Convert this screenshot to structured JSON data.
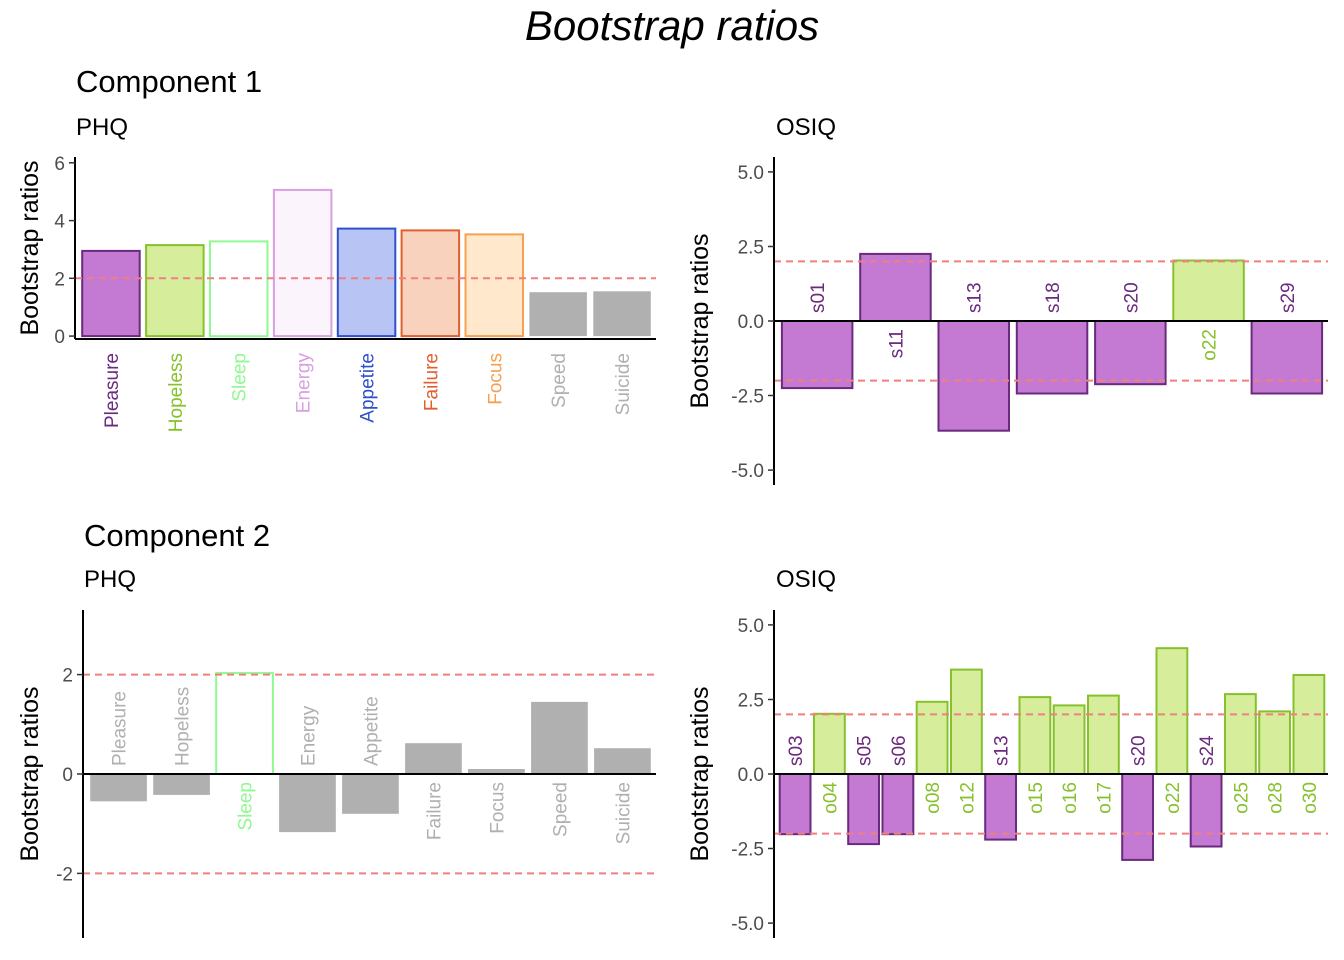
{
  "title": "Bootstrap ratios",
  "component_titles": [
    "Component 1",
    "Component 2"
  ],
  "colors": {
    "purple_fill": "#C479D3",
    "purple_line": "#6A2A7E",
    "green_fill": "#D6ED9C",
    "green_line": "#86C12C",
    "gray": "#B0B0B0",
    "threshold": "#F08080"
  },
  "chart_data": [
    {
      "type": "bar",
      "title": "PHQ",
      "ylabel": "Bootstrap ratios",
      "ylim": [
        -0.1,
        6.2
      ],
      "yticks": [
        0,
        2,
        4,
        6
      ],
      "threshold_lines": [
        2
      ],
      "labels_position": "axis",
      "categories": [
        "Pleasure",
        "Hopeless",
        "Sleep",
        "Energy",
        "Appetite",
        "Failure",
        "Focus",
        "Speed",
        "Suicide"
      ],
      "values": [
        2.95,
        3.15,
        3.28,
        5.06,
        3.72,
        3.66,
        3.52,
        1.52,
        1.55
      ],
      "fills": [
        "#C479D3",
        "#D6ED9C",
        "#FFFFFF",
        "#FCF4FC",
        "#B8C4F4",
        "#F8D2BC",
        "#FFE8CC",
        "#B0B0B0",
        "#B0B0B0"
      ],
      "strokes": [
        "#6A2A7E",
        "#86C12C",
        "#90F890",
        "#D8A0E0",
        "#2F4FCF",
        "#E06030",
        "#F8A050",
        "none",
        "none"
      ],
      "label_colors": [
        "#6A2A7E",
        "#86C12C",
        "#90F890",
        "#D8A0E0",
        "#2F4FCF",
        "#E06030",
        "#F8A050",
        "#B0B0B0",
        "#B0B0B0"
      ]
    },
    {
      "type": "bar",
      "title": "OSIQ",
      "ylabel": "Bootstrap ratios",
      "ylim": [
        -5.5,
        5.5
      ],
      "yticks": [
        5.0,
        2.5,
        0.0,
        -2.5,
        -5.0
      ],
      "tick_decimals": 1,
      "threshold_lines": [
        2,
        -2
      ],
      "labels_position": "bar",
      "categories": [
        "s01",
        "s11",
        "s13",
        "s18",
        "s20",
        "o22",
        "s29"
      ],
      "values": [
        -2.25,
        2.25,
        -3.68,
        -2.43,
        -2.12,
        2.03,
        -2.43
      ],
      "fills": [
        "#C479D3",
        "#C479D3",
        "#C479D3",
        "#C479D3",
        "#C479D3",
        "#D6ED9C",
        "#C479D3"
      ],
      "strokes": [
        "#6A2A7E",
        "#6A2A7E",
        "#6A2A7E",
        "#6A2A7E",
        "#6A2A7E",
        "#86C12C",
        "#6A2A7E"
      ],
      "label_colors": [
        "#6A2A7E",
        "#6A2A7E",
        "#6A2A7E",
        "#6A2A7E",
        "#6A2A7E",
        "#86C12C",
        "#6A2A7E"
      ]
    },
    {
      "type": "bar",
      "title": "PHQ",
      "ylabel": "Bootstrap ratios",
      "ylim": [
        -3.3,
        3.3
      ],
      "yticks": [
        2,
        0,
        -2
      ],
      "threshold_lines": [
        2,
        -2
      ],
      "labels_position": "bar",
      "categories": [
        "Pleasure",
        "Hopeless",
        "Sleep",
        "Energy",
        "Appetite",
        "Failure",
        "Focus",
        "Speed",
        "Suicide"
      ],
      "values": [
        -0.55,
        -0.42,
        2.03,
        -1.17,
        -0.8,
        0.62,
        0.1,
        1.45,
        0.52
      ],
      "fills": [
        "#B0B0B0",
        "#B0B0B0",
        "#FFFFFF",
        "#B0B0B0",
        "#B0B0B0",
        "#B0B0B0",
        "#B0B0B0",
        "#B0B0B0",
        "#B0B0B0"
      ],
      "strokes": [
        "none",
        "none",
        "#90F890",
        "none",
        "none",
        "none",
        "none",
        "none",
        "none"
      ],
      "label_colors": [
        "#B0B0B0",
        "#B0B0B0",
        "#90F890",
        "#B0B0B0",
        "#B0B0B0",
        "#B0B0B0",
        "#B0B0B0",
        "#B0B0B0",
        "#B0B0B0"
      ]
    },
    {
      "type": "bar",
      "title": "OSIQ",
      "ylabel": "Bootstrap ratios",
      "ylim": [
        -5.5,
        5.5
      ],
      "yticks": [
        5.0,
        2.5,
        0.0,
        -2.5,
        -5.0
      ],
      "tick_decimals": 1,
      "threshold_lines": [
        2,
        -2
      ],
      "labels_position": "bar",
      "categories": [
        "s03",
        "o04",
        "s05",
        "s06",
        "o08",
        "o12",
        "s13",
        "o15",
        "o16",
        "o17",
        "s20",
        "o22",
        "s24",
        "o25",
        "o28",
        "o30"
      ],
      "values": [
        -2.02,
        2.02,
        -2.35,
        -2.02,
        2.42,
        3.5,
        -2.2,
        2.58,
        2.3,
        2.63,
        -2.88,
        4.22,
        -2.43,
        2.68,
        2.1,
        3.32
      ],
      "fills": [
        "#C479D3",
        "#D6ED9C",
        "#C479D3",
        "#C479D3",
        "#D6ED9C",
        "#D6ED9C",
        "#C479D3",
        "#D6ED9C",
        "#D6ED9C",
        "#D6ED9C",
        "#C479D3",
        "#D6ED9C",
        "#C479D3",
        "#D6ED9C",
        "#D6ED9C",
        "#D6ED9C"
      ],
      "strokes": [
        "#6A2A7E",
        "#86C12C",
        "#6A2A7E",
        "#6A2A7E",
        "#86C12C",
        "#86C12C",
        "#6A2A7E",
        "#86C12C",
        "#86C12C",
        "#86C12C",
        "#6A2A7E",
        "#86C12C",
        "#6A2A7E",
        "#86C12C",
        "#86C12C",
        "#86C12C"
      ],
      "label_colors": [
        "#6A2A7E",
        "#86C12C",
        "#6A2A7E",
        "#6A2A7E",
        "#86C12C",
        "#86C12C",
        "#6A2A7E",
        "#86C12C",
        "#86C12C",
        "#86C12C",
        "#6A2A7E",
        "#86C12C",
        "#6A2A7E",
        "#86C12C",
        "#86C12C",
        "#86C12C"
      ]
    }
  ]
}
